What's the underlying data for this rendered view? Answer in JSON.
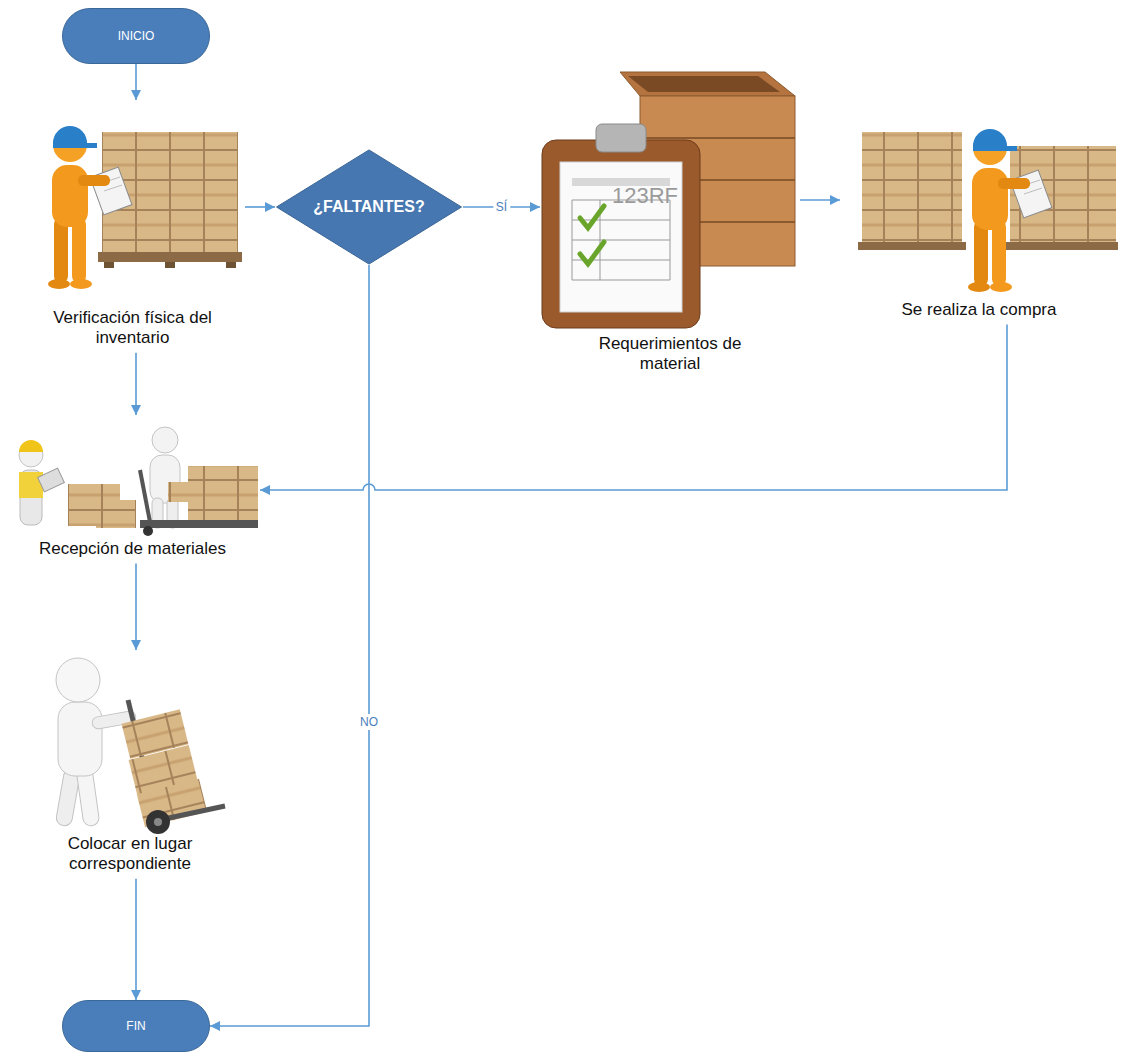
{
  "diagram": {
    "nodes": [
      {
        "text": [
          "INICIO"
        ]
      },
      {
        "text": [
          "Verificación física del inventario"
        ]
      },
      {
        "text": [
          "¿FALTANTES?"
        ]
      },
      {
        "text": [
          "Requerimientos de material"
        ]
      },
      {
        "text": [
          "Se realiza la compra"
        ]
      },
      {
        "text": [
          "Recepción de materiales"
        ]
      },
      {
        "text": [
          "Colocar en lugar correspondiente"
        ]
      },
      {
        "text": [
          "FIN"
        ]
      }
    ],
    "edges": [
      {
        "from": 0,
        "to": 1,
        "arrow": "to"
      },
      {
        "from": 1,
        "to": 2,
        "arrow": "to"
      },
      {
        "from": 2,
        "to": 3,
        "label": "SÍ",
        "arrow": "to"
      },
      {
        "from": 3,
        "to": 4,
        "arrow": "to"
      },
      {
        "from": 4,
        "to": 5,
        "arrow": "to"
      },
      {
        "from": 1,
        "to": 5,
        "arrow": "to"
      },
      {
        "from": 5,
        "to": 6,
        "arrow": "to"
      },
      {
        "from": 6,
        "to": 7,
        "arrow": "to"
      },
      {
        "from": 2,
        "to": 7,
        "label": "NO",
        "arrow": "to"
      }
    ],
    "labels": [
      "123RF"
    ]
  }
}
